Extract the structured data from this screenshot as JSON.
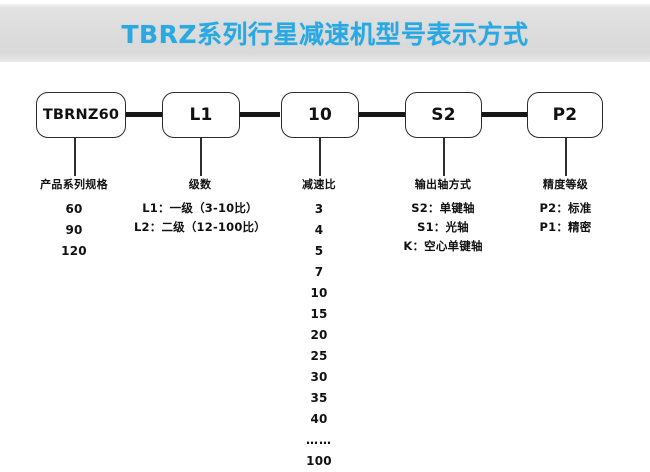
{
  "header": {
    "title": "TBRZ系列行星减速机型号表示方式",
    "accent_color": "#2aa8e2",
    "band_color": "#dddddd"
  },
  "diagram": {
    "type": "model-code-breakdown",
    "nodes": [
      {
        "code": "TBRNZ60",
        "name": "node-series"
      },
      {
        "code": "L1",
        "name": "node-stage"
      },
      {
        "code": "10",
        "name": "node-ratio"
      },
      {
        "code": "S2",
        "name": "node-shaft"
      },
      {
        "code": "P2",
        "name": "node-precision"
      }
    ],
    "columns": [
      {
        "title": "产品系列规格",
        "items": [
          "60",
          "90",
          "120"
        ],
        "style": "num"
      },
      {
        "title": "级数",
        "items": [
          "L1：一级（3-10比）",
          "L2：二级（12-100比）"
        ],
        "style": "text"
      },
      {
        "title": "减速比",
        "items": [
          "3",
          "4",
          "5",
          "7",
          "10",
          "15",
          "20",
          "25",
          "30",
          "35",
          "40",
          "……",
          "100"
        ],
        "style": "num"
      },
      {
        "title": "输出轴方式",
        "items": [
          "S2：单键轴",
          "S1：光轴",
          "K：空心单键轴"
        ],
        "style": "text"
      },
      {
        "title": "精度等级",
        "items": [
          "P2：标准",
          "P1：精密"
        ],
        "style": "text"
      }
    ]
  }
}
